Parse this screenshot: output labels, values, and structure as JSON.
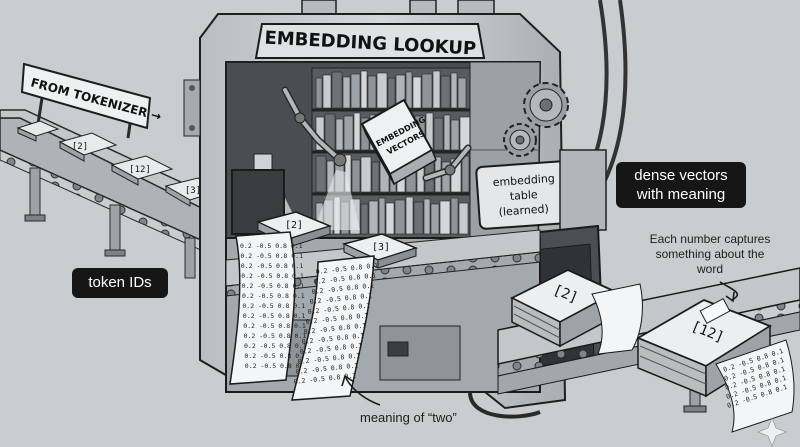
{
  "sign": {
    "text": "FROM TOKENIZER →"
  },
  "machine": {
    "title": "EMBEDDING LOOKUP",
    "book_title_line1": "EMBEDDING",
    "book_title_line2": "VECTORS",
    "panel_line1": "embedding",
    "panel_line2": "table",
    "panel_line3": "(learned)"
  },
  "tokens": {
    "incoming": [
      "[2]",
      "[12]",
      "[3]"
    ],
    "in_machine": [
      "[2]",
      "[3]"
    ],
    "outgoing": [
      "[2]",
      "[12]"
    ]
  },
  "tape_text": "0.2 -0.5 0.8 0.1",
  "callouts": {
    "token_ids": "token IDs",
    "dense_vectors_line1": "dense vectors",
    "dense_vectors_line2": "with meaning",
    "each_number_line1": "Each number captures",
    "each_number_line2": "something about the",
    "each_number_line3": "word",
    "meaning_of_two": "meaning of “two”"
  }
}
